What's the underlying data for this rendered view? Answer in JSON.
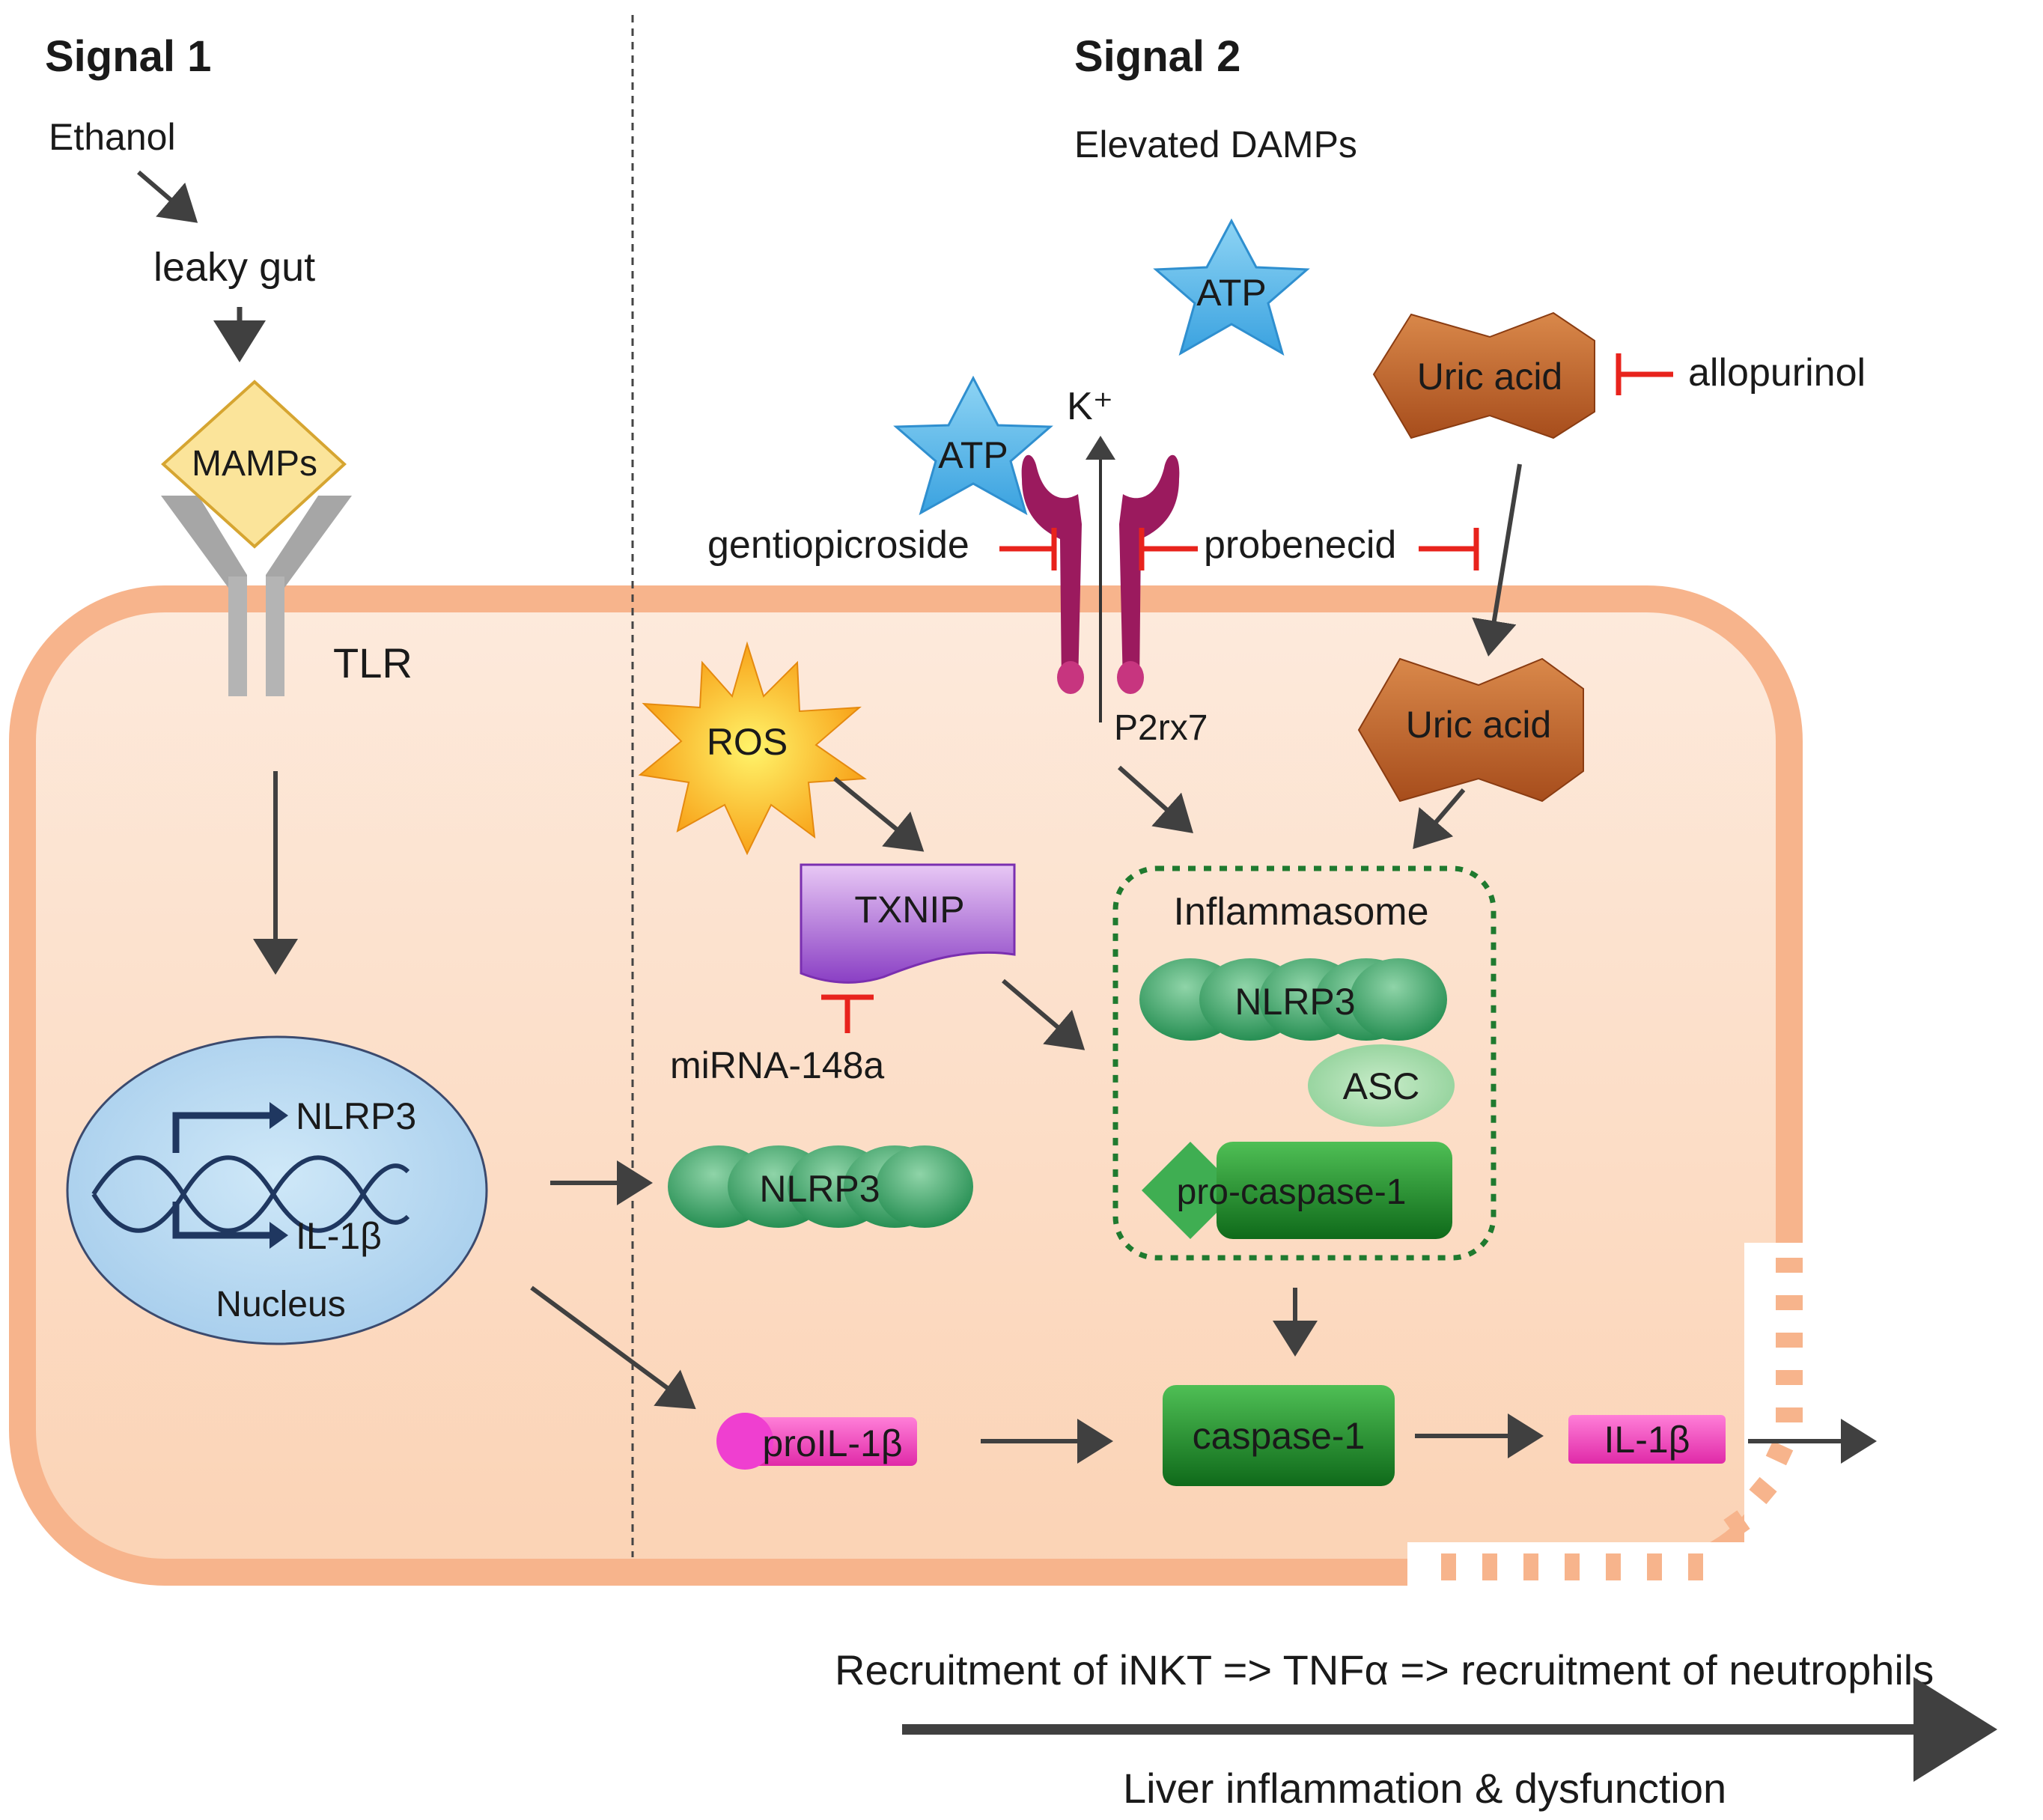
{
  "signal1": {
    "title": "Signal 1",
    "ethanol": "Ethanol",
    "leaky_gut": "leaky gut",
    "mamps": "MAMPs",
    "tlr": "TLR",
    "nucleus": "Nucleus",
    "gene_nlrp3": "NLRP3",
    "gene_il1b": "IL-1β"
  },
  "signal2": {
    "title": "Signal 2",
    "damps": "Elevated DAMPs",
    "atp_top": "ATP",
    "atp_left": "ATP",
    "k_ion": "K⁺",
    "uric_acid_out": "Uric acid",
    "allopurinol": "allopurinol",
    "gentiopicroside": "gentiopicroside",
    "probenecid": "probenecid",
    "p2rx7": "P2rx7",
    "uric_acid_in": "Uric acid",
    "ros": "ROS",
    "txnip": "TXNIP",
    "mirna": "miRNA-148a",
    "nlrp3_free": "NLRP3",
    "inflammasome": "Inflammasome",
    "nlrp3_complex": "NLRP3",
    "asc": "ASC",
    "pro_caspase": "pro-caspase-1",
    "pro_il1b": "proIL-1β",
    "caspase": "caspase-1",
    "il1b": "IL-1β"
  },
  "outcome": {
    "recruitment": "Recruitment of iNKT => TNFα => recruitment of neutrophils",
    "liver": "Liver inflammation & dysfunction"
  },
  "colors": {
    "cell_fill": "#fde6d6",
    "cell_border": "#f7b48c",
    "nucleus": "#b6d9f2",
    "atp": "#5bb7ea",
    "uric_acid": "#b85a25",
    "channel": "#9b1a5e",
    "txnip": "#b98ce0",
    "ros": "#f7b41d",
    "green": "#2e9a5e",
    "dark_green": "#1f7a2f",
    "pink": "#ef3fb8",
    "inhibitor": "#e8231c",
    "arrow": "#404040"
  }
}
